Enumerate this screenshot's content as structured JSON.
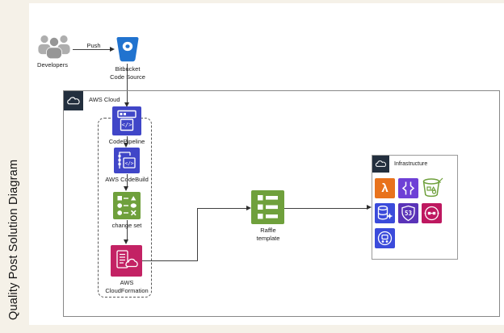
{
  "title": {
    "vertical_text": "Quality Post Solution Diagram"
  },
  "source_flow": {
    "developers_label": "Developers",
    "push_label": "Push",
    "bitbucket_label": "Bitbucket\nCode Source"
  },
  "aws_cloud": {
    "label": "AWS Cloud",
    "codepipeline_label": "CodePipeline",
    "codepipeline_glyph": "</>",
    "codebuild_label": "AWS CodeBuild",
    "codebuild_glyph": "</>",
    "changeset_label": "change set",
    "cloudformation_label": "AWS\nCloudFormation",
    "template_label": "Raffle\ntemplate"
  },
  "infrastructure": {
    "label": "Infrastructure",
    "route53_text": "53",
    "lambda_glyph": "λ",
    "services": [
      "lambda",
      "api-gateway",
      "s3-bucket",
      "dynamodb",
      "route-53",
      "step-functions",
      "cognito"
    ]
  },
  "colors": {
    "background": "#F5F1E8",
    "panel": "#FFFFFF",
    "navy_header": "#232F3E",
    "bitbucket_blue": "#2173CF",
    "devtools_blue": "#4046C8",
    "green": "#6FA03C",
    "cloudformation_pink": "#C32264",
    "lambda_orange": "#E8721C",
    "api_gateway_purple": "#6E40D6",
    "database_blue": "#3B4BDB",
    "route53_purple": "#5A33B8",
    "stepfunctions_crimson": "#BE1860"
  }
}
